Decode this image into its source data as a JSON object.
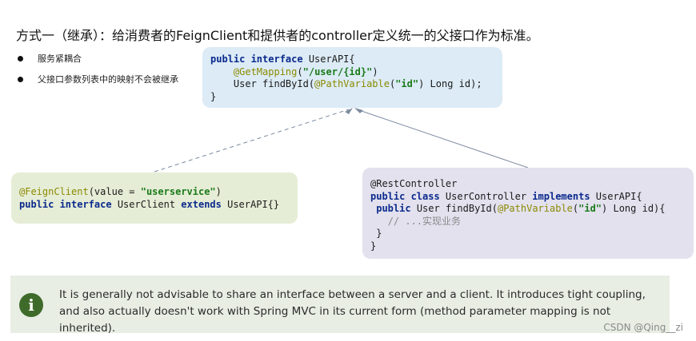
{
  "title": "方式一（继承）：给消费者的FeignClient和提供者的controller定义统一的父接口作为标准。",
  "bullets": [
    "服务紧耦合",
    "父接口参数列表中的映射不会被继承"
  ],
  "api_box": {
    "l1": {
      "kw": "public interface",
      "rest": " UserAPI{"
    },
    "l2": {
      "indent": "    ",
      "ann": "@GetMapping",
      "open": "(",
      "str": "\"/user/{id}\"",
      "close": ")"
    },
    "l3": {
      "pre": "    User findById(",
      "ann": "@PathVariable",
      "open": "(",
      "str": "\"id\"",
      "rest": ") Long id);"
    },
    "l4": "}"
  },
  "client_box": {
    "l1": {
      "ann": "@FeignClient",
      "pre": "(value = ",
      "str": "\"userservice\"",
      "close": ")"
    },
    "l2": {
      "kw1": "public interface",
      "mid": " UserClient ",
      "kw2": "extends",
      "rest": " UserAPI{}"
    }
  },
  "ctrl_box": {
    "l1": "@RestController",
    "l2": {
      "kw1": "public class",
      "mid": " UserController ",
      "kw2": "implements",
      "rest": " UserAPI{"
    },
    "l3": {
      "indent": " ",
      "kw": "public",
      "pre": " User findById(",
      "ann": "@PathVariable",
      "open": "(",
      "str": "\"id\"",
      "rest": ") Long id){"
    },
    "l4": {
      "indent": "   ",
      "comment": "// ...实现业务"
    },
    "l5": " }",
    "l6": "}"
  },
  "note": {
    "icon": "info-icon",
    "text": "It is generally not advisable to share an interface between a server and a client. It introduces tight coupling, and also actually doesn't work with Spring MVC in its current form (method parameter mapping is not inherited)."
  },
  "watermark": "CSDN @Qing__zi",
  "colors": {
    "api_box": "#dcebf6",
    "client_box": "#e6edd6",
    "ctrl_box": "#e3e1ee",
    "note_bg": "#e8eee4",
    "note_icon": "#3f6b2a",
    "arrow": "#7d8ba0"
  }
}
